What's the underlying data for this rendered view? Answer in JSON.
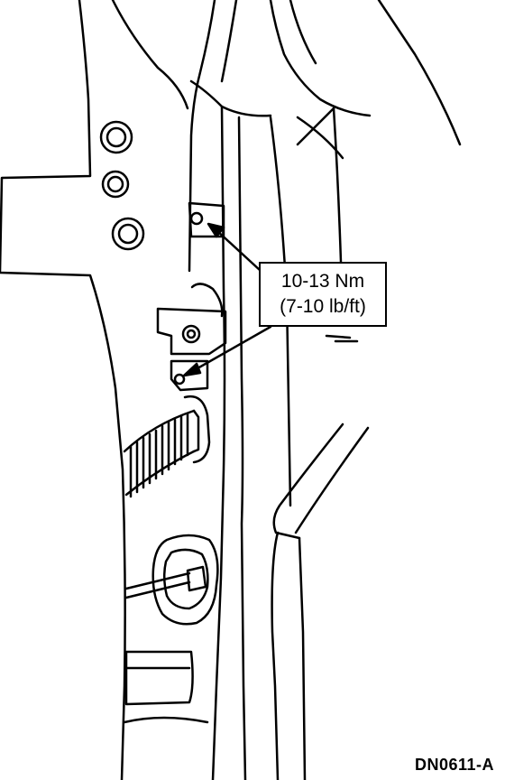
{
  "callout": {
    "torque_metric": "10-13 Nm",
    "torque_imperial": "(7-10 lb/ft)"
  },
  "figure_code": "DN0611-A",
  "colors": {
    "ink": "#000000",
    "paper": "#ffffff"
  }
}
